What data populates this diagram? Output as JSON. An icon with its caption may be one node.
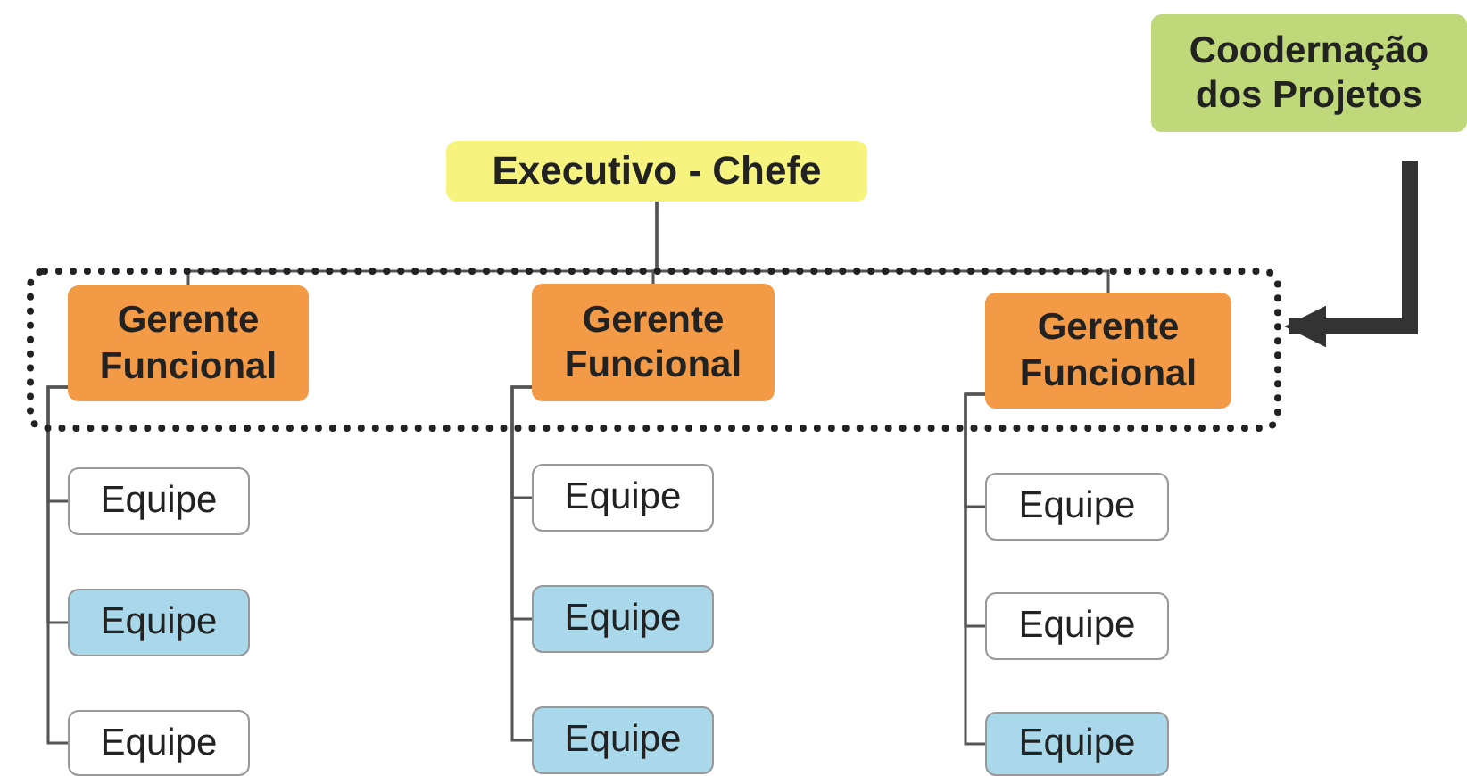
{
  "diagram": {
    "nodes": [
      {
        "text": [
          "Coodernação dos Projetos"
        ]
      },
      {
        "text": [
          "Executivo - Chefe"
        ]
      },
      {
        "text": [],
        "shape": "box"
      },
      {
        "text": [
          "Gerente Funcional"
        ],
        "in": 2
      },
      {
        "text": [
          "Gerente Funcional"
        ],
        "in": 2
      },
      {
        "text": [
          "Gerente Funcional"
        ],
        "in": 2
      },
      {
        "text": [
          "Equipe"
        ]
      },
      {
        "text": [
          "Equipe"
        ]
      },
      {
        "text": [
          "Equipe"
        ]
      },
      {
        "text": [
          "Equipe"
        ]
      },
      {
        "text": [
          "Equipe"
        ]
      },
      {
        "text": [
          "Equipe"
        ]
      },
      {
        "text": [
          "Equipe"
        ]
      },
      {
        "text": [
          "Equipe"
        ]
      },
      {
        "text": [
          "Equipe"
        ]
      }
    ],
    "edges": [
      {
        "from": 0,
        "to": 2,
        "arrow": "to",
        "style": "thick",
        "color": "#333333"
      },
      {
        "from": 1,
        "to": 3,
        "arrow": "none"
      },
      {
        "from": 1,
        "to": 4,
        "arrow": "none"
      },
      {
        "from": 1,
        "to": 5,
        "arrow": "none"
      },
      {
        "from": 3,
        "to": 6,
        "arrow": "none"
      },
      {
        "from": 3,
        "to": 7,
        "arrow": "none"
      },
      {
        "from": 3,
        "to": 8,
        "arrow": "none"
      },
      {
        "from": 4,
        "to": 9,
        "arrow": "none"
      },
      {
        "from": 4,
        "to": 10,
        "arrow": "none"
      },
      {
        "from": 4,
        "to": 11,
        "arrow": "none"
      },
      {
        "from": 5,
        "to": 12,
        "arrow": "none"
      },
      {
        "from": 5,
        "to": 13,
        "arrow": "none"
      },
      {
        "from": 5,
        "to": 14,
        "arrow": "none"
      }
    ]
  }
}
